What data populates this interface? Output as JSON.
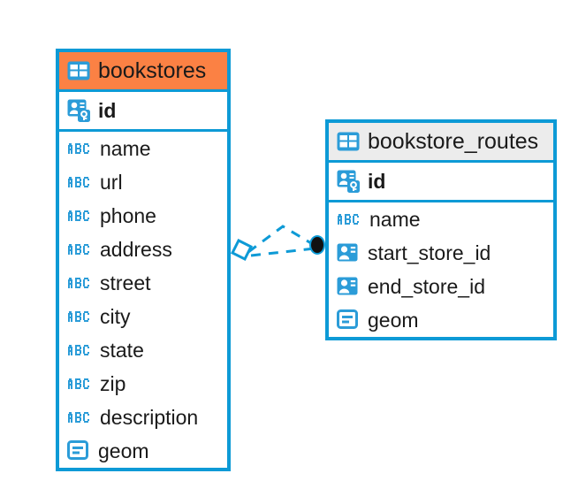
{
  "theme": {
    "border_blue": "#0d9ad6",
    "accent_orange": "#fb8144",
    "header_grey": "#ececec",
    "icon_blue": "#2b9cd8",
    "text_color": "#1a1a1a",
    "canvas_background": "#ffffff"
  },
  "diagram": {
    "type": "entity-relationship-diagram",
    "entities": [
      {
        "name": "bookstores",
        "header_style": "accent-orange",
        "header_icon": "table-icon",
        "columns": [
          {
            "label": "id",
            "icon": "primary-key-icon",
            "key": "pk"
          },
          {
            "label": "name",
            "icon": "text-abc-icon",
            "key": ""
          },
          {
            "label": "url",
            "icon": "text-abc-icon",
            "key": ""
          },
          {
            "label": "phone",
            "icon": "text-abc-icon",
            "key": ""
          },
          {
            "label": "address",
            "icon": "text-abc-icon",
            "key": ""
          },
          {
            "label": "street",
            "icon": "text-abc-icon",
            "key": ""
          },
          {
            "label": "city",
            "icon": "text-abc-icon",
            "key": ""
          },
          {
            "label": "state",
            "icon": "text-abc-icon",
            "key": ""
          },
          {
            "label": "zip",
            "icon": "text-abc-icon",
            "key": ""
          },
          {
            "label": "description",
            "icon": "text-abc-icon",
            "key": ""
          },
          {
            "label": "geom",
            "icon": "geometry-icon",
            "key": ""
          }
        ]
      },
      {
        "name": "bookstore_routes",
        "header_style": "accent-grey",
        "header_icon": "table-icon",
        "columns": [
          {
            "label": "id",
            "icon": "primary-key-icon",
            "key": "pk"
          },
          {
            "label": "name",
            "icon": "text-abc-icon",
            "key": ""
          },
          {
            "label": "start_store_id",
            "icon": "foreign-key-icon",
            "key": "fk"
          },
          {
            "label": "end_store_id",
            "icon": "foreign-key-icon",
            "key": "fk"
          },
          {
            "label": "geom",
            "icon": "geometry-icon",
            "key": ""
          }
        ]
      }
    ],
    "relationships": [
      {
        "from_entity": "bookstores",
        "to_entity": "bookstore_routes",
        "line_style": "dashed",
        "from_marker": "rhombus-marker",
        "to_marker": "filled-circle-marker"
      },
      {
        "from_entity": "bookstores",
        "to_entity": "bookstore_routes",
        "line_style": "dashed",
        "from_marker": "rhombus-marker",
        "to_marker": "filled-circle-marker"
      }
    ]
  }
}
